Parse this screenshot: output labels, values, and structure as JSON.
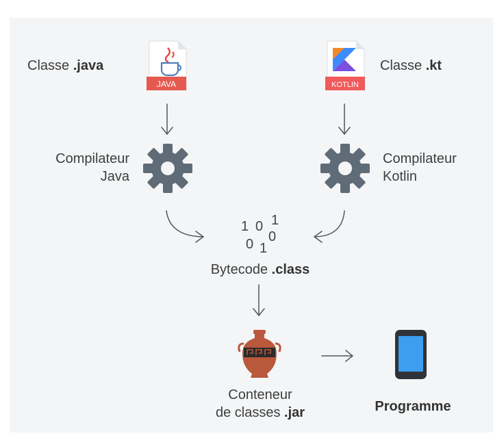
{
  "java": {
    "label_prefix": "Classe ",
    "label_ext": ".java",
    "badge": "JAVA",
    "icon": "java-file-icon",
    "badge_color": "#e55a4f"
  },
  "kotlin": {
    "label_prefix": "Classe ",
    "label_ext": ".kt",
    "badge": "KOTLIN",
    "icon": "kotlin-file-icon",
    "badge_color": "#f05a5a"
  },
  "compiler_java": {
    "line1": "Compilateur",
    "line2": "Java",
    "icon": "gear-icon"
  },
  "compiler_kotlin": {
    "line1": "Compilateur",
    "line2": "Kotlin",
    "icon": "gear-icon"
  },
  "binary": {
    "row1_a": "1",
    "row1_b": "0",
    "row1_c": "1",
    "row2_a": "0",
    "row2_b": "1",
    "row2_c": "0"
  },
  "bytecode": {
    "prefix": "Bytecode ",
    "ext": ".class"
  },
  "container": {
    "line1": "Conteneur",
    "line2_prefix": "de classes ",
    "line2_ext": ".jar",
    "icon": "amphora-icon"
  },
  "program": {
    "label": "Programme",
    "icon": "smartphone-icon"
  },
  "colors": {
    "gear": "#5f6b76",
    "arrow": "#555555",
    "amphora": "#b9583a",
    "phone_screen": "#3d9ef0",
    "phone_body": "#2f3338"
  }
}
